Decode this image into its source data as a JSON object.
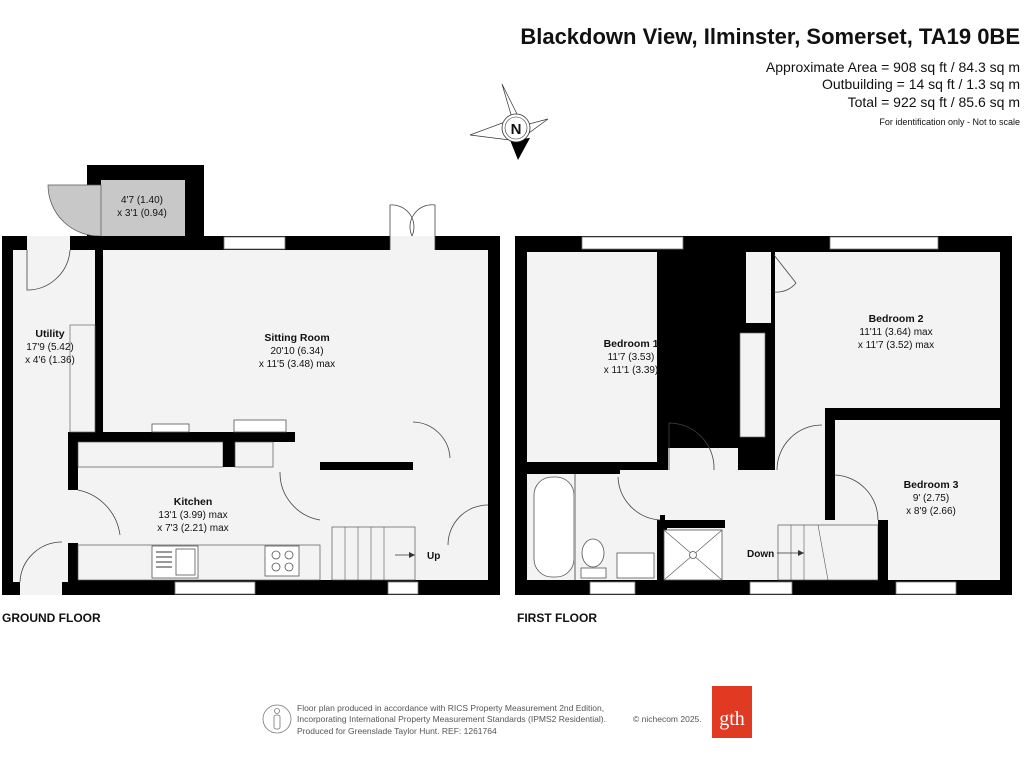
{
  "header": {
    "title": "Blackdown View, Ilminster, Somerset, TA19 0BE",
    "approx_area": "Approximate Area = 908 sq ft / 84.3 sq m",
    "outbuilding": "Outbuilding = 14 sq ft / 1.3 sq m",
    "total": "Total = 922 sq ft / 85.6 sq m",
    "disclaimer": "For identification only - Not to scale"
  },
  "compass": {
    "label": "N"
  },
  "ground_floor": {
    "label": "GROUND FLOOR",
    "outbuilding": {
      "dim1": "4'7 (1.40)",
      "dim2": "x 3'1 (0.94)"
    },
    "utility": {
      "name": "Utility",
      "dim1": "17'9 (5.42)",
      "dim2": "x 4'6 (1.36)"
    },
    "sitting_room": {
      "name": "Sitting Room",
      "dim1": "20'10 (6.34)",
      "dim2": "x 11'5 (3.48) max"
    },
    "kitchen": {
      "name": "Kitchen",
      "dim1": "13'1 (3.99) max",
      "dim2": "x 7'3 (2.21) max"
    },
    "stairs_label": "Up"
  },
  "first_floor": {
    "label": "FIRST FLOOR",
    "bedroom1": {
      "name": "Bedroom 1",
      "dim1": "11'7 (3.53)",
      "dim2": "x 11'1 (3.39)"
    },
    "bedroom2": {
      "name": "Bedroom 2",
      "dim1": "11'11 (3.64) max",
      "dim2": "x 11'7 (3.52) max"
    },
    "bedroom3": {
      "name": "Bedroom 3",
      "dim1": "9' (2.75)",
      "dim2": "x 8'9 (2.66)"
    },
    "stairs_label": "Down"
  },
  "footer": {
    "line1": "Floor plan produced in accordance with RICS Property Measurement 2nd Edition,",
    "line2": "Incorporating International Property Measurement Standards (IPMS2 Residential).",
    "copyright": "© nichecom 2025.",
    "line3": "Produced for Greenslade Taylor Hunt.   REF:  1261764",
    "logo": "gth",
    "logo_color": "#e03a22"
  }
}
